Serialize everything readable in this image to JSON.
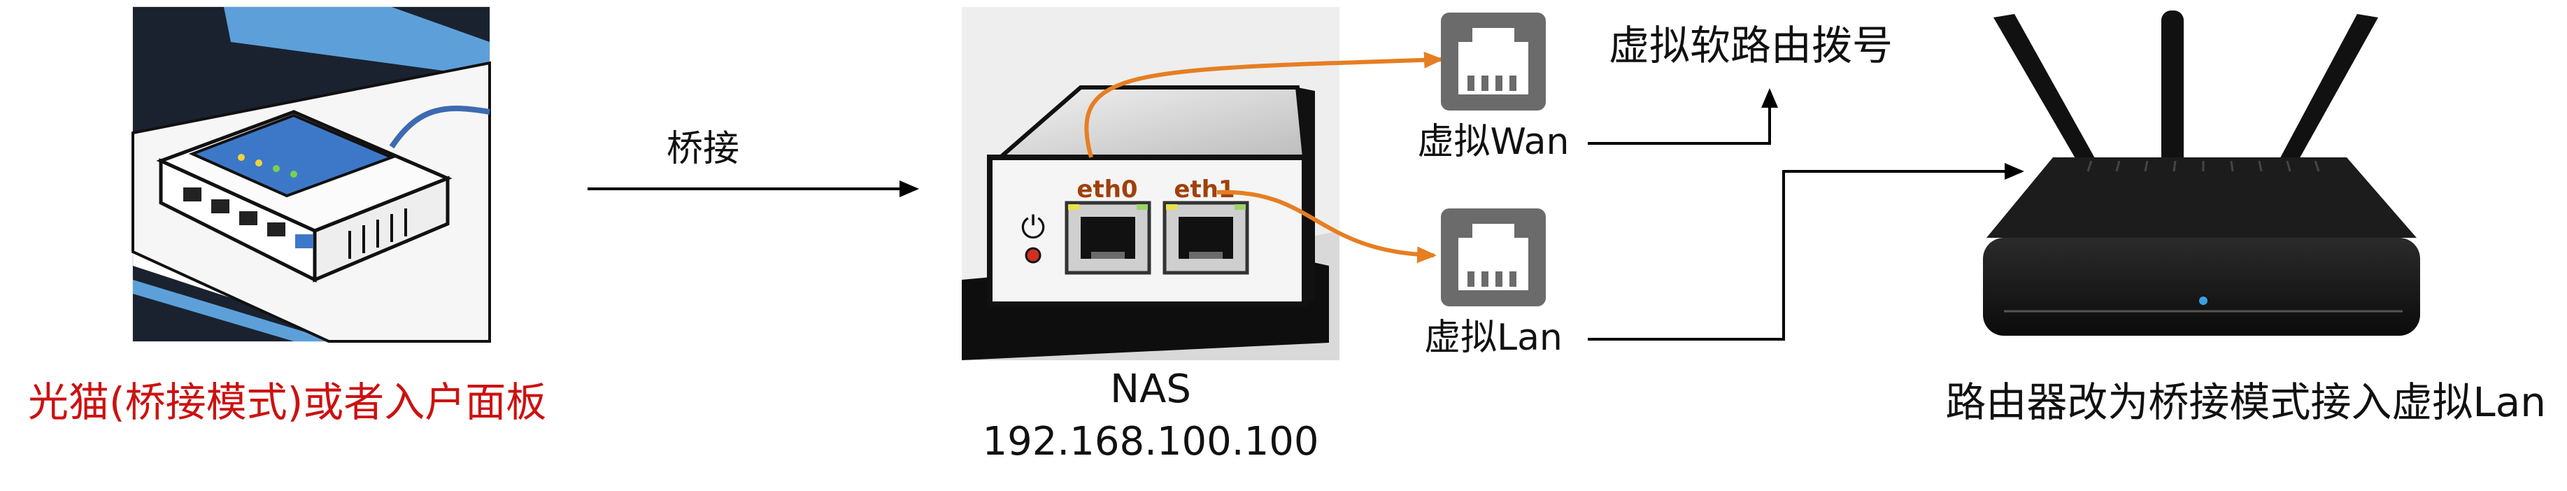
{
  "modem": {
    "caption": "光猫(桥接模式)或者入户面板",
    "caption_color": "#cc1111"
  },
  "bridge_arrow": {
    "label": "桥接"
  },
  "nas": {
    "name": "NAS",
    "ip": "192.168.100.100",
    "port0": "eth0",
    "port1": "eth1",
    "accent": "#e67e22"
  },
  "virtual_wan": {
    "label": "虚拟Wan",
    "note": "虚拟软路由拨号"
  },
  "virtual_lan": {
    "label": "虚拟Lan"
  },
  "router": {
    "caption": "路由器改为桥接模式接入虚拟Lan"
  },
  "colors": {
    "line": "#000000",
    "orange": "#e67e22",
    "port_gray": "#6b6b6b",
    "cable_blue": "#4a6fa5"
  }
}
